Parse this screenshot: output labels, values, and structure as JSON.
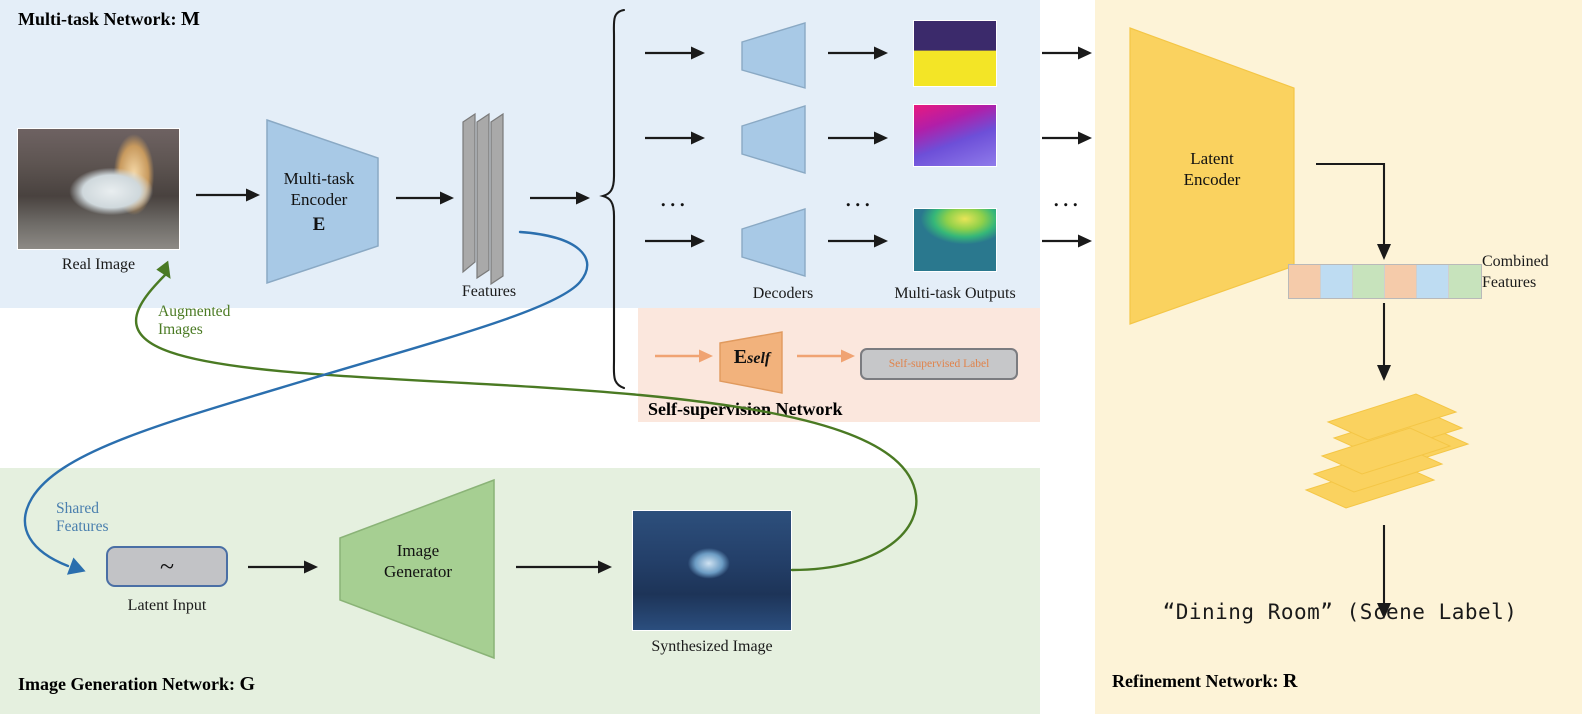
{
  "panels": {
    "multitask": {
      "title_text": "Multi-task Network:",
      "title_symbol": "M",
      "bg": "#e4eef8"
    },
    "selfsup": {
      "title_text": "Self-supervision Network",
      "title_symbol": "",
      "bg": "#fbe7dd"
    },
    "imagegen": {
      "title_text": "Image Generation Network:",
      "title_symbol": "G",
      "bg": "#e5f0df"
    },
    "refine": {
      "title_text": "Refinement Network:",
      "title_symbol": "R",
      "bg": "#fdf3d7"
    }
  },
  "multitask": {
    "real_image_caption": "Real Image",
    "encoder_line1": "Multi-task",
    "encoder_line2": "Encoder",
    "encoder_symbol": "E",
    "features_caption": "Features",
    "decoders_caption": "Decoders",
    "outputs_caption": "Multi-task Outputs",
    "ellipsis_decoder": "...",
    "ellipsis_output": "...",
    "ellipsis_right": "..."
  },
  "selfsup": {
    "encoder_symbol": "E",
    "encoder_subscript": "self",
    "label_box_text": "Self-supervised Label"
  },
  "imagegen": {
    "latent_caption": "Latent Input",
    "latent_glyph": "~",
    "generator_line1": "Image",
    "generator_line2": "Generator",
    "synth_caption": "Synthesized Image"
  },
  "refine": {
    "latent_encoder_line1": "Latent",
    "latent_encoder_line2": "Encoder",
    "combined_features_line1": "Combined",
    "combined_features_line2": "Features",
    "scene_label": "“Dining Room” (Scene Label)",
    "combined_cells": [
      "#f5cbaa",
      "#bedcf2",
      "#c7e3bc",
      "#f5cbaa",
      "#bedcf2",
      "#c7e3bc"
    ]
  },
  "flows": {
    "augmented_line1": "Augmented",
    "augmented_line2": "Images",
    "shared_line1": "Shared",
    "shared_line2": "Features"
  },
  "colors": {
    "blue_shape": "#a8c9e6",
    "blue_shape_stroke": "#8aa9c4",
    "green_shape": "#a6cf92",
    "green_shape_stroke": "#8ab377",
    "orange_shape": "#f2b27c",
    "orange_shape_stroke": "#e09a5e",
    "yellow_shape": "#fad25f",
    "yellow_shape_stroke": "#f4c646",
    "gray_feature": "#a9a9a9",
    "gray_feature_stroke": "#7a7a7a",
    "green_arrow": "#4a7a23",
    "blue_arrow": "#2b6fae",
    "orange_arrow": "#f0a372",
    "black_arrow": "#1a1a1a",
    "green_label_text": "#4a7a23",
    "blue_label_text": "#4a7fae"
  }
}
